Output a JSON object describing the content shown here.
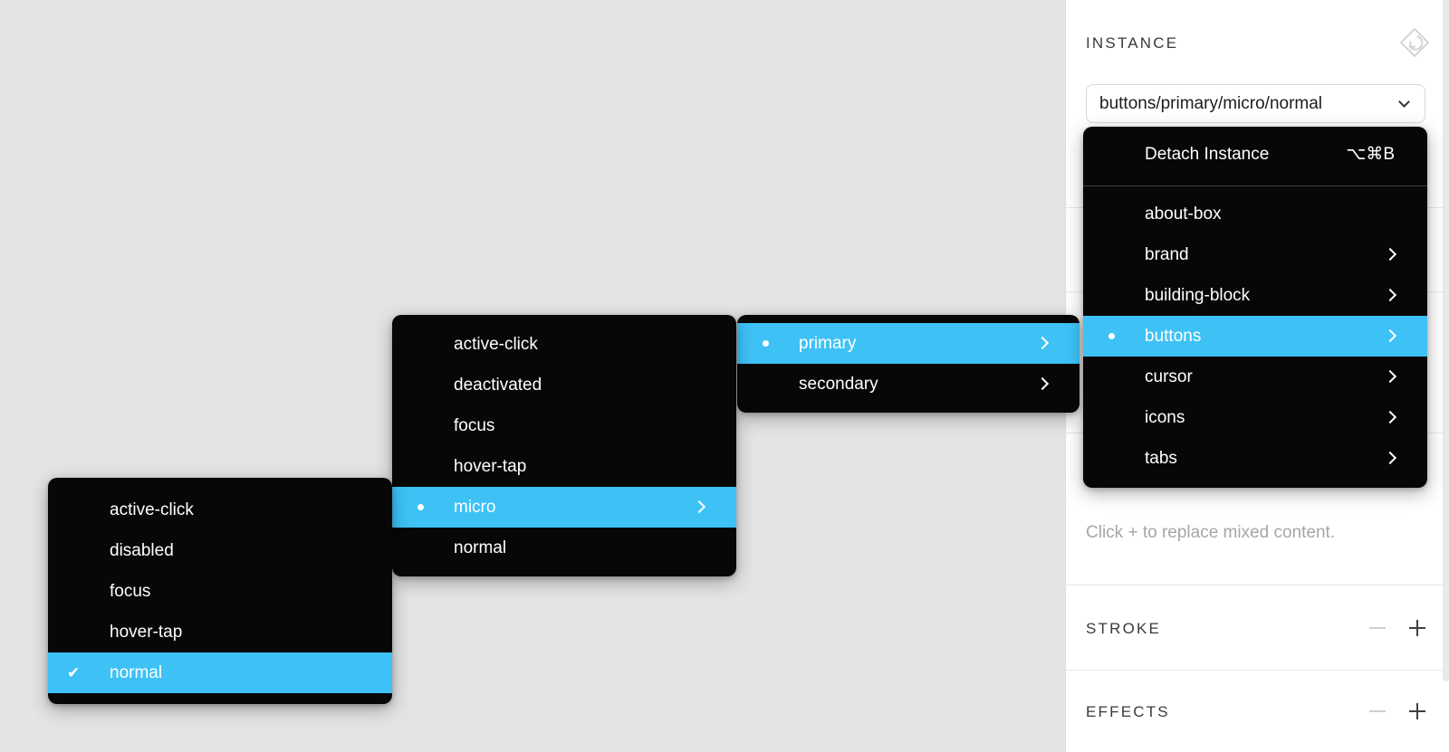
{
  "colors": {
    "accent": "#3ec2f6",
    "menu_bg": "#070707",
    "canvas": "#e4e4e4"
  },
  "panel": {
    "title": "INSTANCE",
    "instance_select": {
      "value": "buttons/primary/micro/normal"
    },
    "hint": "Click + to replace mixed content.",
    "stroke_label": "STROKE",
    "effects_label": "EFFECTS"
  },
  "component_menu": {
    "detach": {
      "label": "Detach Instance",
      "shortcut": "⌥⌘B"
    },
    "items": [
      {
        "label": "about-box"
      },
      {
        "label": "brand",
        "has_submenu": true
      },
      {
        "label": "building-block",
        "has_submenu": true
      },
      {
        "label": "buttons",
        "has_submenu": true,
        "selected": true
      },
      {
        "label": "cursor",
        "has_submenu": true
      },
      {
        "label": "icons",
        "has_submenu": true
      },
      {
        "label": "tabs",
        "has_submenu": true
      }
    ]
  },
  "submenu_level2": {
    "items": [
      {
        "label": "primary",
        "has_submenu": true,
        "selected": true
      },
      {
        "label": "secondary",
        "has_submenu": true
      }
    ]
  },
  "submenu_level3": {
    "items": [
      {
        "label": "active-click"
      },
      {
        "label": "deactivated"
      },
      {
        "label": "focus"
      },
      {
        "label": "hover-tap"
      },
      {
        "label": "micro",
        "has_submenu": true,
        "selected": true
      },
      {
        "label": "normal"
      }
    ]
  },
  "submenu_level4": {
    "items": [
      {
        "label": "active-click"
      },
      {
        "label": "disabled"
      },
      {
        "label": "focus"
      },
      {
        "label": "hover-tap"
      },
      {
        "label": "normal",
        "checked": true,
        "selected": true
      }
    ]
  }
}
